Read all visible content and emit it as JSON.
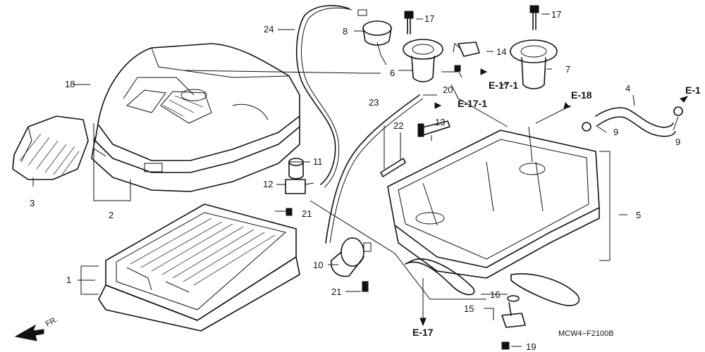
{
  "callouts": {
    "c1": "1",
    "c2": "2",
    "c3": "3",
    "c4": "4",
    "c5": "5",
    "c6": "6",
    "c7": "7",
    "c8": "8",
    "c9a": "9",
    "c9b": "9",
    "c10": "10",
    "c11": "11",
    "c12": "12",
    "c13": "13",
    "c14": "14",
    "c15": "15",
    "c16": "16",
    "c17a": "17",
    "c17b": "17",
    "c18": "18",
    "c19": "19",
    "c20": "20",
    "c21a": "21",
    "c21b": "21",
    "c22": "22",
    "c23": "23",
    "c24": "24"
  },
  "references": {
    "e17_1_top": "E-17-1",
    "e17_1_mid": "E-17-1",
    "e18": "E-18",
    "e1": "E-1",
    "e17": "E-17"
  },
  "direction_label": "FR.",
  "diagram_code": "MCW4−F2100B"
}
